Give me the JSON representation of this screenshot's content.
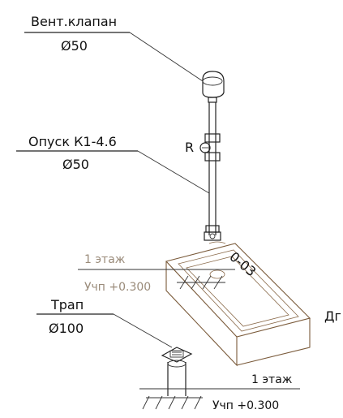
{
  "labels": {
    "vent_valve": "Вент.клапан",
    "vent_valve_dia": "Ø50",
    "riser": "Опуск К1-4.6",
    "riser_dia": "Ø50",
    "r_mark": "R",
    "fixture_code": "0-03",
    "floor_upper": "1 этаж",
    "floor_upper_level": "Учп +0.300",
    "drain": "Трап",
    "drain_dia": "Ø100",
    "floor_lower": "1 этаж",
    "floor_lower_level": "Учп +0.300",
    "edge_text": "Дг"
  },
  "colors": {
    "line": "#222222",
    "fixture": "#7a5a3a",
    "muted_text": "#9a8b7a"
  }
}
